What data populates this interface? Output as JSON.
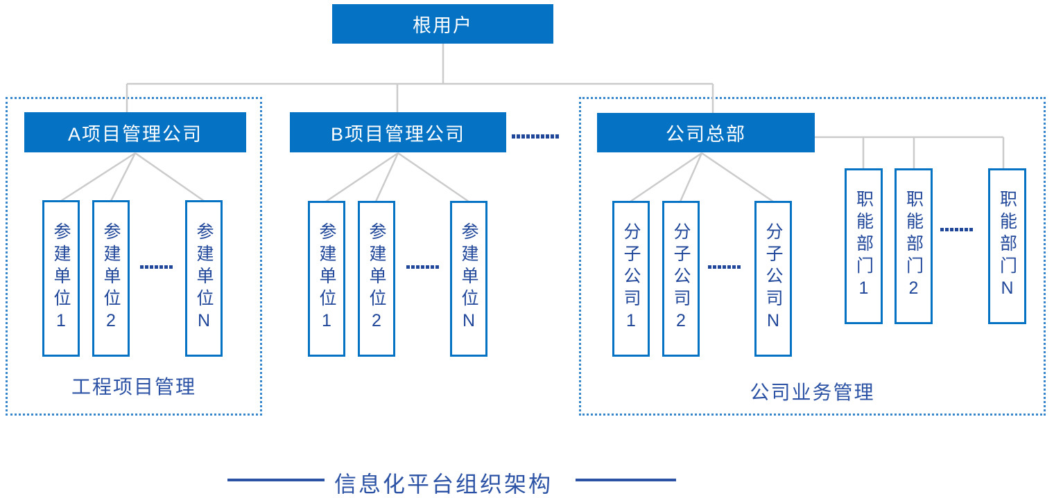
{
  "colors": {
    "primary_blue": "#0672c4",
    "navy_text": "#1f4699",
    "label_blue": "#2b52a4",
    "connector_gray": "#cbcbcb",
    "dotted_border_blue": "#3485cb"
  },
  "root": {
    "label": "根用户"
  },
  "left_group": {
    "header": "A项目管理公司",
    "children": [
      "参建单位1",
      "参建单位2",
      "参建单位N"
    ],
    "caption": "工程项目管理"
  },
  "middle_group": {
    "header": "B项目管理公司",
    "children": [
      "参建单位1",
      "参建单位2",
      "参建单位N"
    ]
  },
  "right_group": {
    "header": "公司总部",
    "subsidiaries": [
      "分子公司1",
      "分子公司2",
      "分子公司N"
    ],
    "departments": [
      "职能部门1",
      "职能部门2",
      "职能部门N"
    ],
    "caption": "公司业务管理"
  },
  "footer": {
    "caption": "信息化平台组织架构"
  }
}
